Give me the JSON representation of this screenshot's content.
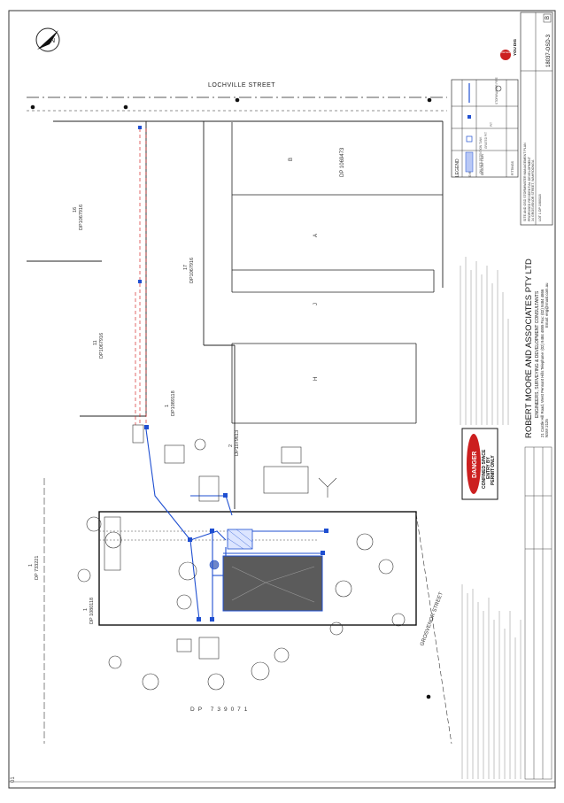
{
  "drawing": {
    "street_top": "LOCHVILLE STREET",
    "street_bottom": "GROSVENOR STREET",
    "north_letter": "N",
    "lots": [
      {
        "lot": "16",
        "dp": "DP1067916"
      },
      {
        "lot": "17",
        "dp": "DP1067916"
      },
      {
        "lot": "11",
        "dp": "DP1067916"
      },
      {
        "lot": "1",
        "dp": "DP1089118"
      },
      {
        "lot": "2",
        "dp": "DP1079613"
      },
      {
        "lot": "1",
        "dp": "DP 733221"
      },
      {
        "lot": "1",
        "dp": "DP 1080118"
      }
    ],
    "strata_plan": "DP 1069473",
    "strata_letters": [
      "B",
      "A",
      "J",
      "H"
    ],
    "dp_bottom": "DP 739071",
    "corner_number": "01"
  },
  "legend": {
    "title": "LEGEND",
    "col_symbol": "SYMBOLS",
    "col_desc": "DESCRIPTION",
    "col_qty": "FITTINGS",
    "rows": [
      {
        "desc": "ON-SITE DETENTION TANK"
      },
      {
        "desc": "GRATED PIT"
      },
      {
        "desc": "PIT"
      },
      {
        "desc": "STORMWATER PIPE"
      }
    ]
  },
  "danger": {
    "header": "DANGER",
    "line1": "CONFINED SPACE",
    "line2": "ENTRY BY",
    "line3": "PERMIT ONLY"
  },
  "company": {
    "name": "ROBERT MOORE AND ASSOCIATES PTY LTD",
    "subtitle": "ENGINEERS, SURVEYING & DEVELOPMENT CONSULTANTS",
    "address1": "21 Castle Hill Road, West Pennant Hills",
    "address2": "NSW 2125",
    "contact1": "Telephone: (02) 9484 4855  Fax: (02) 9484 4866",
    "contact2": "Email: eng@rmasl.com.au"
  },
  "dbyd": {
    "line1": "Dial before",
    "line2": "YOU DIG"
  },
  "title_block": {
    "drawing_title": "SITE AND OSD STORMWATER MANAGEMENT PLAN",
    "project": "PROPOSED RESIDENTIAL DEVELOPMENT",
    "address": "34 GROSVENOR STREET, WAHROONGA",
    "lot": "LOT 1 DP 1080118",
    "drawing_no": "18037-OSD-3",
    "revision": "B"
  },
  "colors": {
    "stormwater": "#1f4fd1",
    "boundary": "#222222",
    "easement": "#d42a2a",
    "building": "#5b5b5b",
    "danger_red": "#cc1f1f"
  }
}
